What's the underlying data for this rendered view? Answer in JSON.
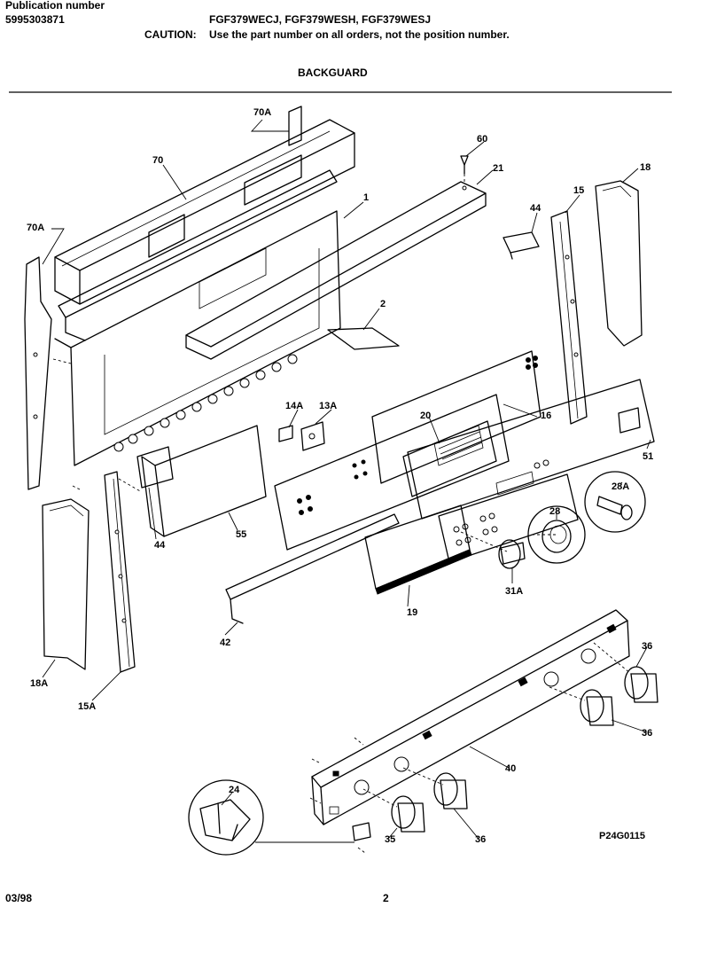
{
  "header": {
    "pub_label": "Publication number",
    "pub_number": "5995303871",
    "models": "FGF379WECJ, FGF379WESH, FGF379WESJ",
    "caution_label": "CAUTION:",
    "caution_text": "Use the part number on all orders, not the position number.",
    "section_title": "BACKGUARD"
  },
  "callouts": {
    "c70A_top": "70A",
    "c70": "70",
    "c70A_left": "70A",
    "c1": "1",
    "c60": "60",
    "c21": "21",
    "c44_top": "44",
    "c15": "15",
    "c18": "18",
    "c2": "2",
    "c14A": "14A",
    "c13A": "13A",
    "c20": "20",
    "c16": "16",
    "c51": "51",
    "c28A": "28A",
    "c28": "28",
    "c44_low": "44",
    "c55": "55",
    "c31A": "31A",
    "c19": "19",
    "c42": "42",
    "c18A": "18A",
    "c15A": "15A",
    "c36_a": "36",
    "c36_b": "36",
    "c40": "40",
    "c24": "24",
    "c35": "35",
    "c36_c": "36"
  },
  "diagram_code": "P24G0115",
  "footer": {
    "date": "03/98",
    "page": "2"
  }
}
